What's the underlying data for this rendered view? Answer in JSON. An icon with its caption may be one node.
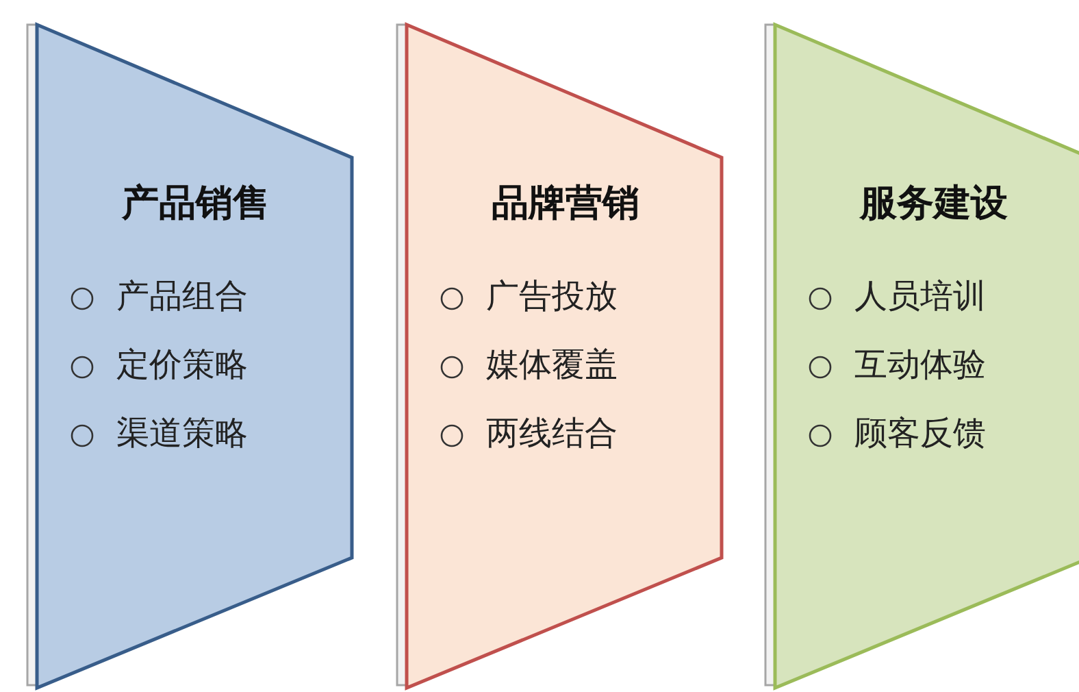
{
  "diagram": {
    "nodes": [
      {
        "text": [
          "产品销售",
          "产品组合",
          "定价策略",
          "渠道策略"
        ]
      },
      {
        "text": [
          "品牌营销",
          "广告投放",
          "媒体覆盖",
          "两线结合"
        ]
      },
      {
        "text": [
          "服务建设",
          "人员培训",
          "互动体验",
          "顾客反馈"
        ]
      }
    ]
  }
}
